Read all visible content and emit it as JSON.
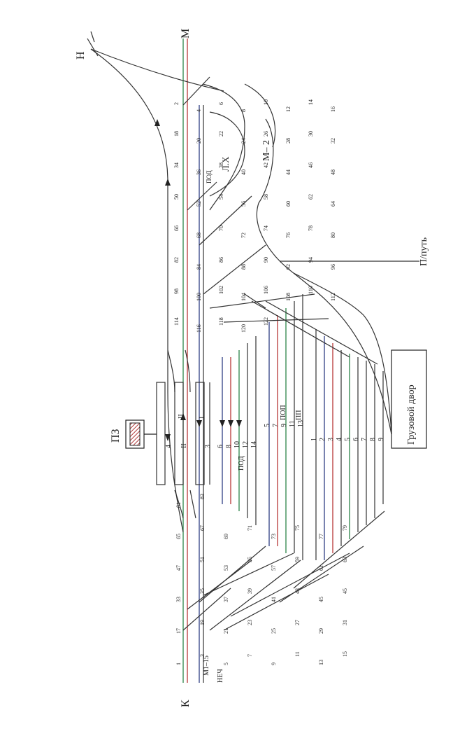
{
  "endpoints": {
    "k": "К",
    "m": "М",
    "n": "Н",
    "m2": "М– 2",
    "p_put": "П/путь"
  },
  "buildings": {
    "pz": "ПЗ",
    "gruz_dvor": "Грузовой двор",
    "lh": "Л.Х"
  },
  "park_labels": {
    "pop": "ПОП",
    "pod_upper": "ПОД",
    "pod_lower": "ПОД",
    "pp": "ПП",
    "rm_roman_2": "II",
    "rm_roman_1": "I",
    "m1_15": "М1–15",
    "nech": "НЕЧ"
  },
  "tracks_left": [
    "4",
    "II",
    "3",
    "6",
    "8",
    "10",
    "12",
    "14",
    "5",
    "7",
    "9",
    "11",
    "13",
    "1",
    "2",
    "3",
    "4",
    "5",
    "6",
    "7",
    "8",
    "9"
  ],
  "tracks_right": [
    "4",
    "II",
    "I",
    "6",
    "8",
    "10",
    "12",
    "14"
  ],
  "switches_left": [
    "1",
    "3",
    "5",
    "7",
    "9",
    "11",
    "13",
    "15",
    "17",
    "19",
    "21",
    "23",
    "25",
    "27",
    "29",
    "31",
    "33",
    "35",
    "37",
    "39",
    "41",
    "43",
    "45",
    "45",
    "47",
    "51",
    "53",
    "55",
    "57",
    "59",
    "61",
    "63",
    "65",
    "67",
    "69",
    "71",
    "73",
    "75",
    "77",
    "79",
    "81",
    "83"
  ],
  "switches_right": [
    "2",
    "4",
    "6",
    "8",
    "10",
    "12",
    "14",
    "16",
    "18",
    "20",
    "22",
    "24",
    "26",
    "28",
    "30",
    "32",
    "34",
    "36",
    "38",
    "40",
    "42",
    "44",
    "46",
    "48",
    "50",
    "52",
    "54",
    "56",
    "58",
    "60",
    "62",
    "64",
    "66",
    "68",
    "70",
    "72",
    "74",
    "76",
    "78",
    "80",
    "82",
    "84",
    "86",
    "88",
    "90",
    "92",
    "94",
    "96",
    "98",
    "100",
    "102",
    "104",
    "106",
    "108",
    "110",
    "112",
    "114",
    "116",
    "118",
    "120",
    "122"
  ],
  "colors": {
    "track": "#333333",
    "blue": "#1f2f7a",
    "red": "#b02525",
    "green": "#1a7a3a",
    "hatch": "#b23a3a"
  }
}
